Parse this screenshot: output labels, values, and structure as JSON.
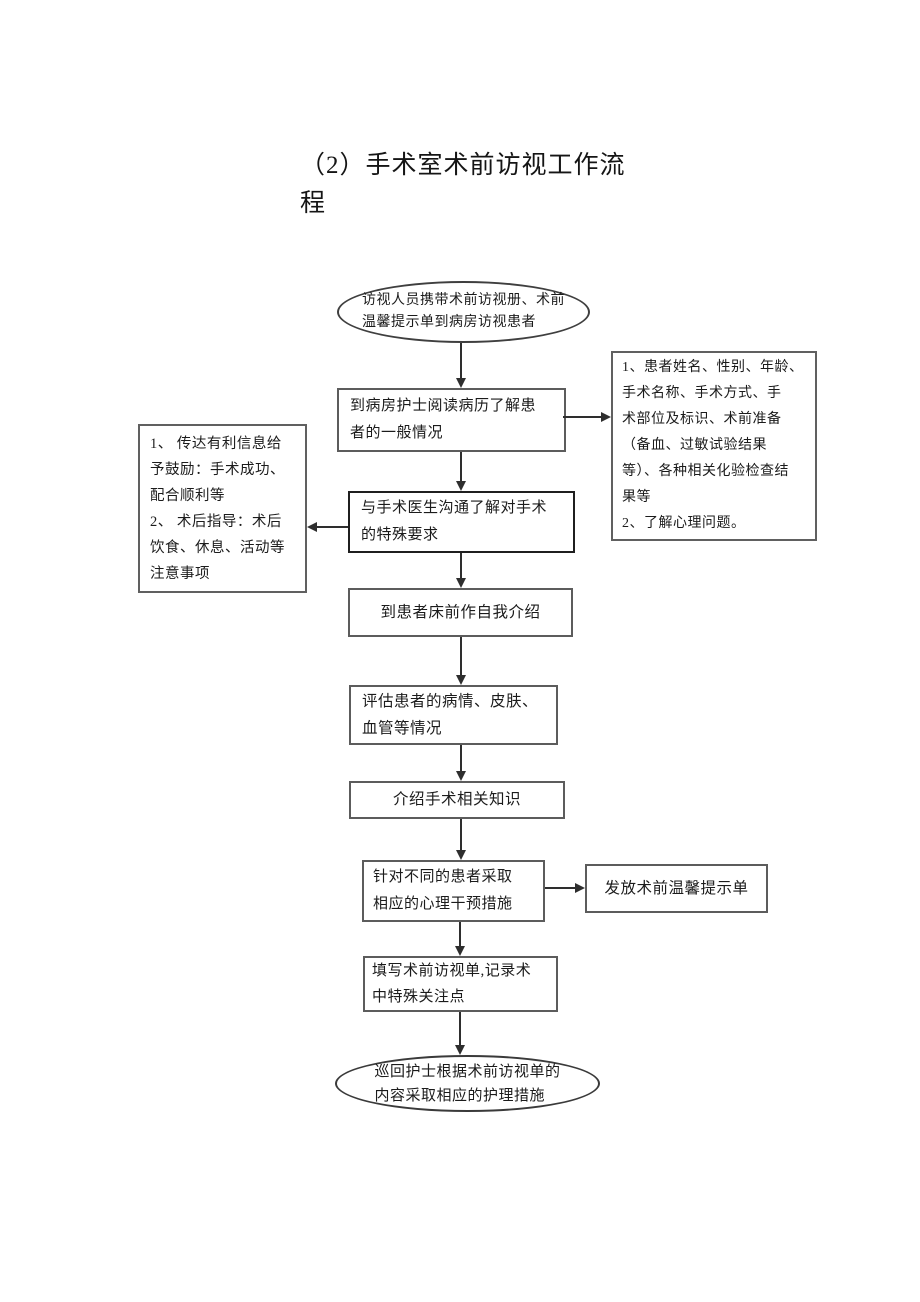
{
  "document": {
    "title": "（2）手术室术前访视工作流\n程"
  },
  "flowchart": {
    "nodes": {
      "start": "访视人员携带术前访视册、术前\n温馨提示单到病房访视患者",
      "read_record": "到病房护士阅读病历了解患\n者的一般情况",
      "patient_info": "1、患者姓名、性别、年龄、\n手术名称、手术方式、手\n术部位及标识、术前准备\n（备血、过敏试验结果\n等）、各种相关化验检查结\n果等\n2、了解心理问题。",
      "communicate": "与手术医生沟通了解对手术\n的特殊要求",
      "encourage_guide": "1、 传达有利信息给\n予鼓励：手术成功、\n配合顺利等\n2、 术后指导：术后\n饮食、休息、活动等\n注意事项",
      "self_intro": "到患者床前作自我介绍",
      "assess": "评估患者的病情、皮肤、\n血管等情况",
      "knowledge": "介绍手术相关知识",
      "psych": "针对不同的患者采取\n相应的心理干预措施",
      "reminder": "发放术前温馨提示单",
      "fill_form": "填写术前访视单,记录术\n中特殊关注点",
      "end": "巡回护士根据术前访视单的\n内容采取相应的护理措施"
    },
    "style": {
      "line_color": "#2e2e2e",
      "border_color": "#5c5c5c",
      "text_color": "#1b1b1b",
      "background": "#ffffff"
    }
  }
}
